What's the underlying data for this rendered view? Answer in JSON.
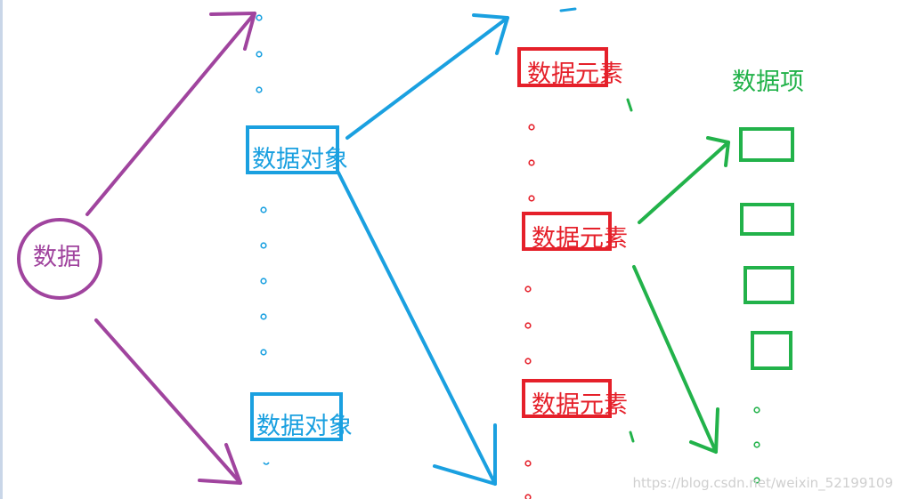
{
  "colors": {
    "purple": "#a0449e",
    "blue": "#1aa0e0",
    "red": "#e5202a",
    "green": "#22b24a",
    "watermark": "#cfcfcf"
  },
  "nodes": {
    "data": "数据",
    "data_object_1": "数据对象",
    "data_object_2": "数据对象",
    "data_element_1": "数据元素",
    "data_element_2": "数据元素",
    "data_element_3": "数据元素",
    "data_item_title": "数据项"
  },
  "ellipsis_marker": "o",
  "watermark": "https://blog.csdn.net/weixin_52199109"
}
